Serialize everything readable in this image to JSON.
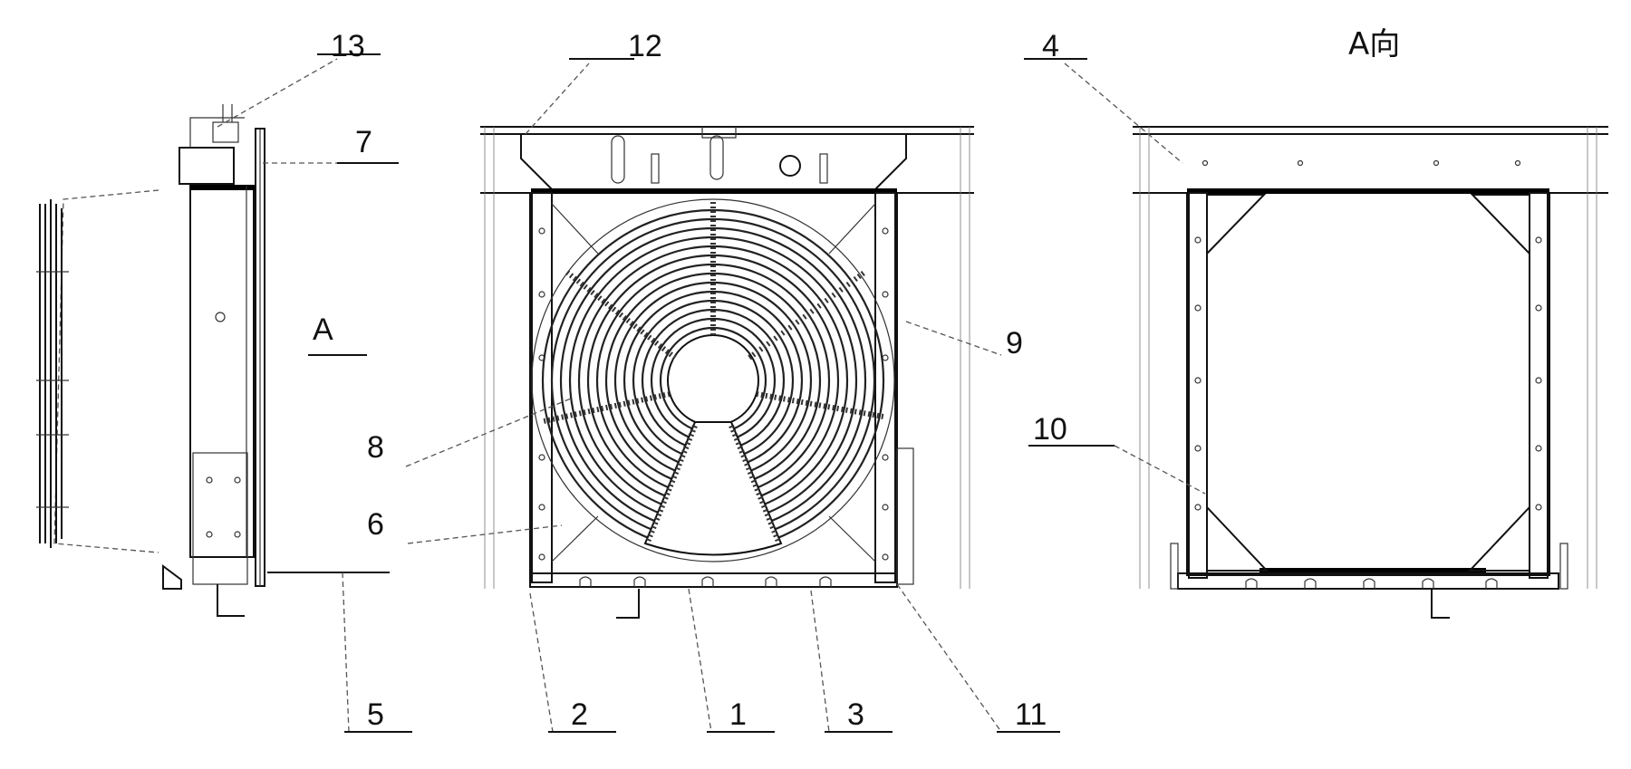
{
  "drawing": {
    "view_label_a": "A",
    "view_title": "A向",
    "callouts": {
      "n1": "1",
      "n2": "2",
      "n3": "3",
      "n4": "4",
      "n5": "5",
      "n6": "6",
      "n7": "7",
      "n8": "8",
      "n9": "9",
      "n10": "10",
      "n11": "11",
      "n12": "12",
      "n13": "13"
    }
  }
}
